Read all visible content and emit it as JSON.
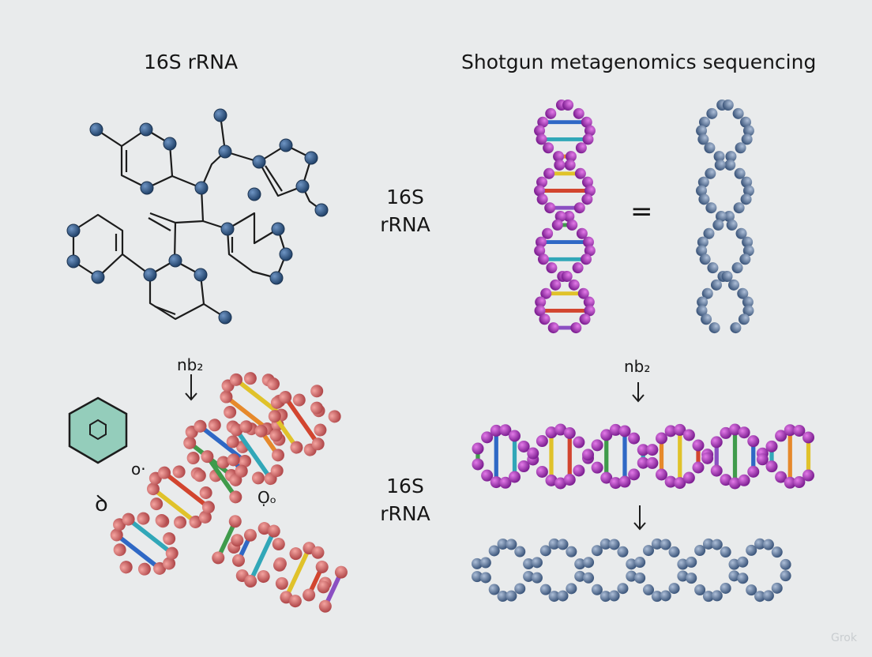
{
  "left_title": "16S rRNA",
  "right_title": "Shotgun metagenomics sequencing",
  "middle_label_top": "16S\nrRNA",
  "middle_label_bottom": "16S\nrRNA",
  "left_step_label": "nb₂",
  "right_step_label": "nb₂",
  "equals_sign": "=",
  "left_small_mark_1": "o·",
  "left_small_mark_2": "ꝺ",
  "left_small_mark_3": "Ọₒ",
  "watermark": "Grok",
  "colors": {
    "background": "#e9ebec",
    "atom_blue": "#33577f",
    "helix_magenta": "#a23ab3",
    "helix_steel": "#5f7ca3",
    "helix_coral": "#d66b6b",
    "hexagon_teal": "#94cdbb"
  }
}
